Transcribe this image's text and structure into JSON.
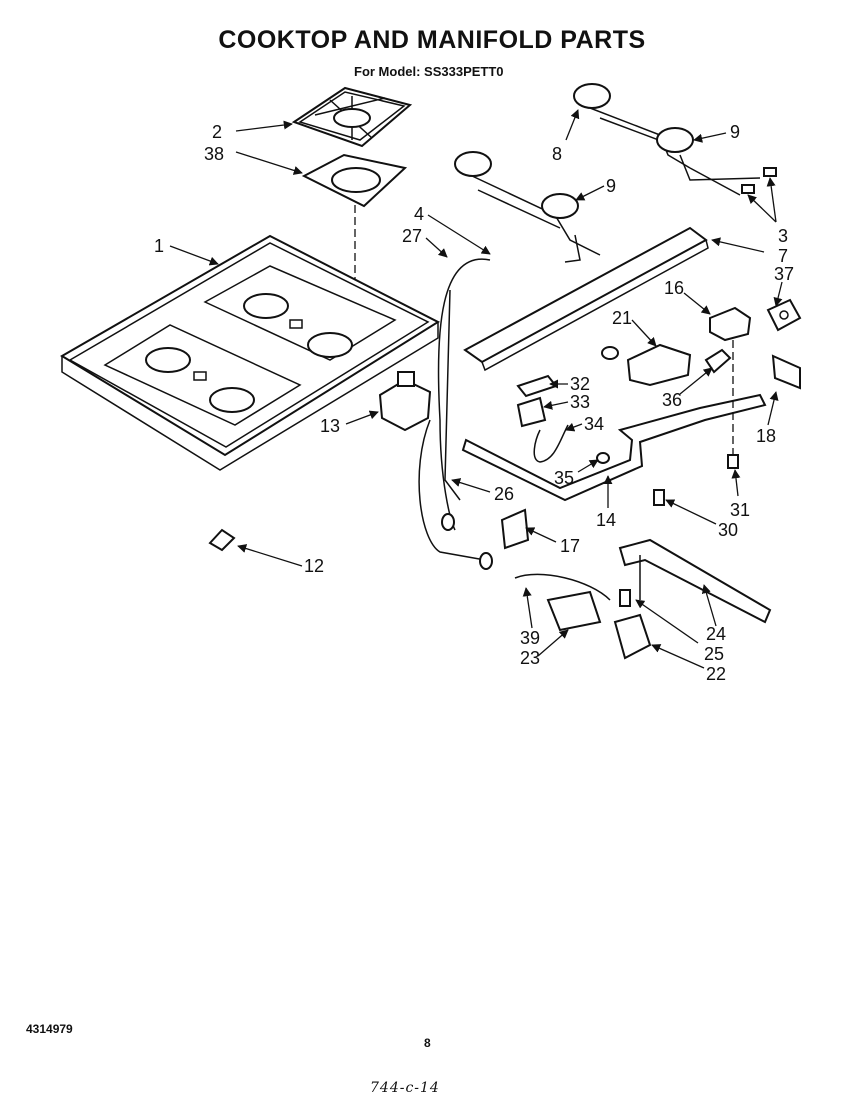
{
  "title": "COOKTOP  AND MANIFOLD PARTS",
  "subtitle": "For Model: SS333PETT0",
  "doc_number": "4314979",
  "page_number": "8",
  "handwritten_note": "744-c-14",
  "callouts": [
    {
      "id": "c2",
      "label": "2"
    },
    {
      "id": "c38",
      "label": "38"
    },
    {
      "id": "c1",
      "label": "1"
    },
    {
      "id": "c4",
      "label": "4"
    },
    {
      "id": "c27",
      "label": "27"
    },
    {
      "id": "c8",
      "label": "8"
    },
    {
      "id": "c9a",
      "label": "9"
    },
    {
      "id": "c9b",
      "label": "9"
    },
    {
      "id": "c3",
      "label": "3"
    },
    {
      "id": "c7",
      "label": "7"
    },
    {
      "id": "c37",
      "label": "37"
    },
    {
      "id": "c16",
      "label": "16"
    },
    {
      "id": "c21",
      "label": "21"
    },
    {
      "id": "c32",
      "label": "32"
    },
    {
      "id": "c33",
      "label": "33"
    },
    {
      "id": "c34",
      "label": "34"
    },
    {
      "id": "c36",
      "label": "36"
    },
    {
      "id": "c18",
      "label": "18"
    },
    {
      "id": "c13",
      "label": "13"
    },
    {
      "id": "c26",
      "label": "26"
    },
    {
      "id": "c35",
      "label": "35"
    },
    {
      "id": "c14",
      "label": "14"
    },
    {
      "id": "c31",
      "label": "31"
    },
    {
      "id": "c30",
      "label": "30"
    },
    {
      "id": "c17",
      "label": "17"
    },
    {
      "id": "c12",
      "label": "12"
    },
    {
      "id": "c24",
      "label": "24"
    },
    {
      "id": "c25",
      "label": "25"
    },
    {
      "id": "c22",
      "label": "22"
    },
    {
      "id": "c39",
      "label": "39"
    },
    {
      "id": "c23",
      "label": "23"
    }
  ]
}
